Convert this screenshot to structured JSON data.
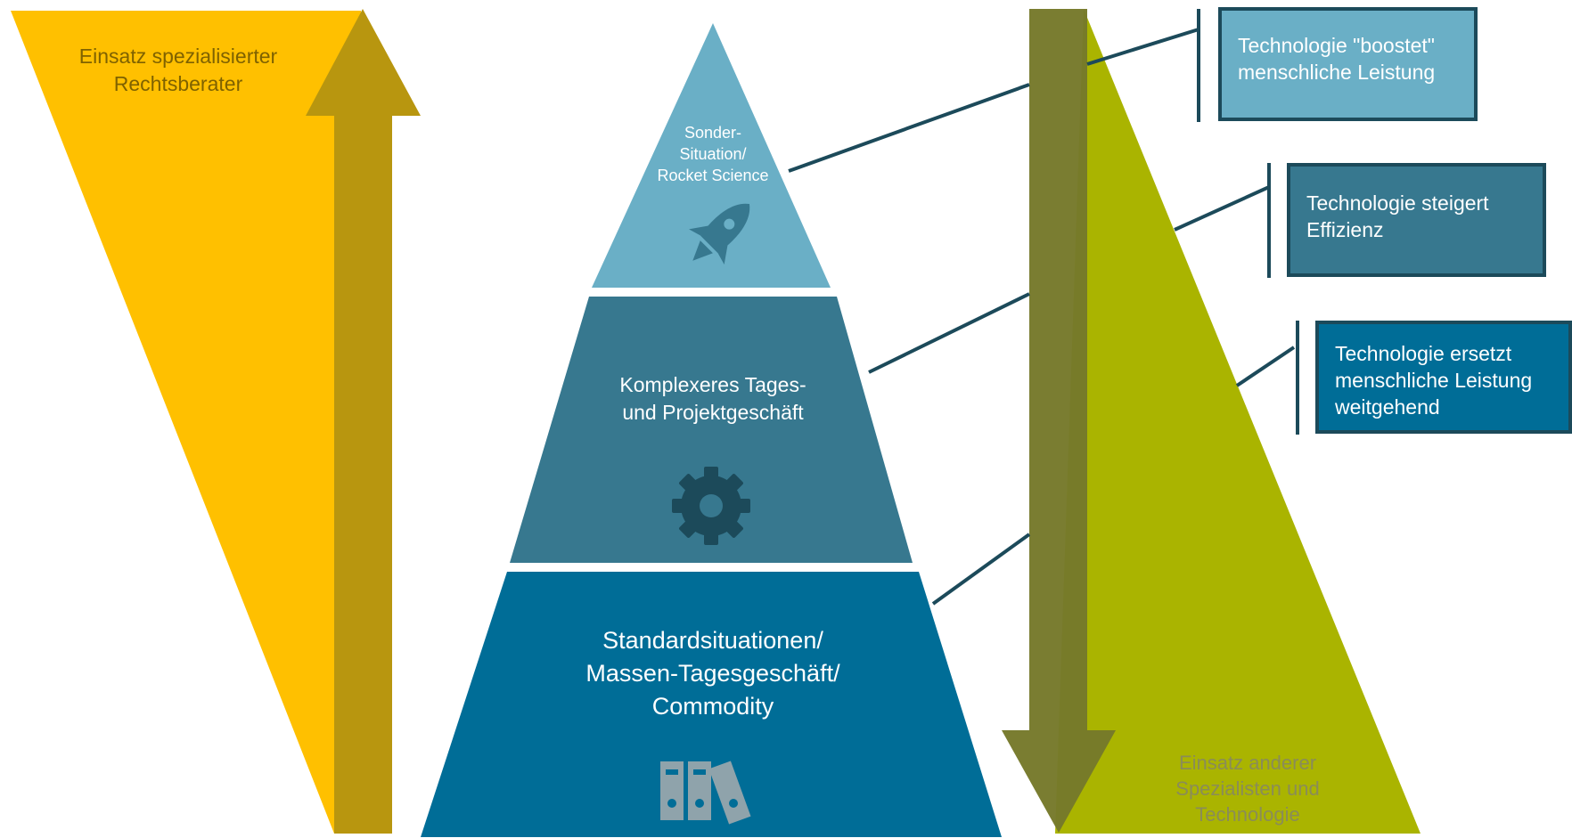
{
  "left_label": [
    "Einsatz spezialisierter",
    "Rechtsberater"
  ],
  "right_label": [
    "Einsatz anderer",
    "Spezialisten und",
    "Technologie"
  ],
  "pyramid": {
    "top": {
      "lines": [
        "Sonder-",
        "Situation/",
        "Rocket Science"
      ],
      "icon": "rocket-icon"
    },
    "middle": {
      "lines": [
        "Komplexeres Tages-",
        "und Projektgeschäft"
      ],
      "icon": "gear-icon"
    },
    "bottom": {
      "lines": [
        "Standardsituationen/",
        "Massen-Tagesgeschäft/",
        "Commodity"
      ],
      "icon": "binders-icon"
    }
  },
  "callouts": [
    {
      "lines": [
        "Technologie \"boostet\"",
        "menschliche Leistung"
      ]
    },
    {
      "lines": [
        "Technologie steigert",
        "Effizienz"
      ]
    },
    {
      "lines": [
        "Technologie ersetzt",
        "menschliche Leistung",
        "weitgehend"
      ]
    }
  ],
  "colors": {
    "left_triangle": "#FFC000",
    "left_arrow": "#B8960F",
    "pyramid_top": "#6AAFC6",
    "pyramid_middle": "#37788F",
    "pyramid_bottom": "#006D97",
    "right_triangle": "#AAB400",
    "right_arrow": "#76792A",
    "callout_top": "#6AAFC6",
    "callout_middle": "#37788F",
    "callout_bottom": "#006D97",
    "connector": "#1C4A5A"
  }
}
